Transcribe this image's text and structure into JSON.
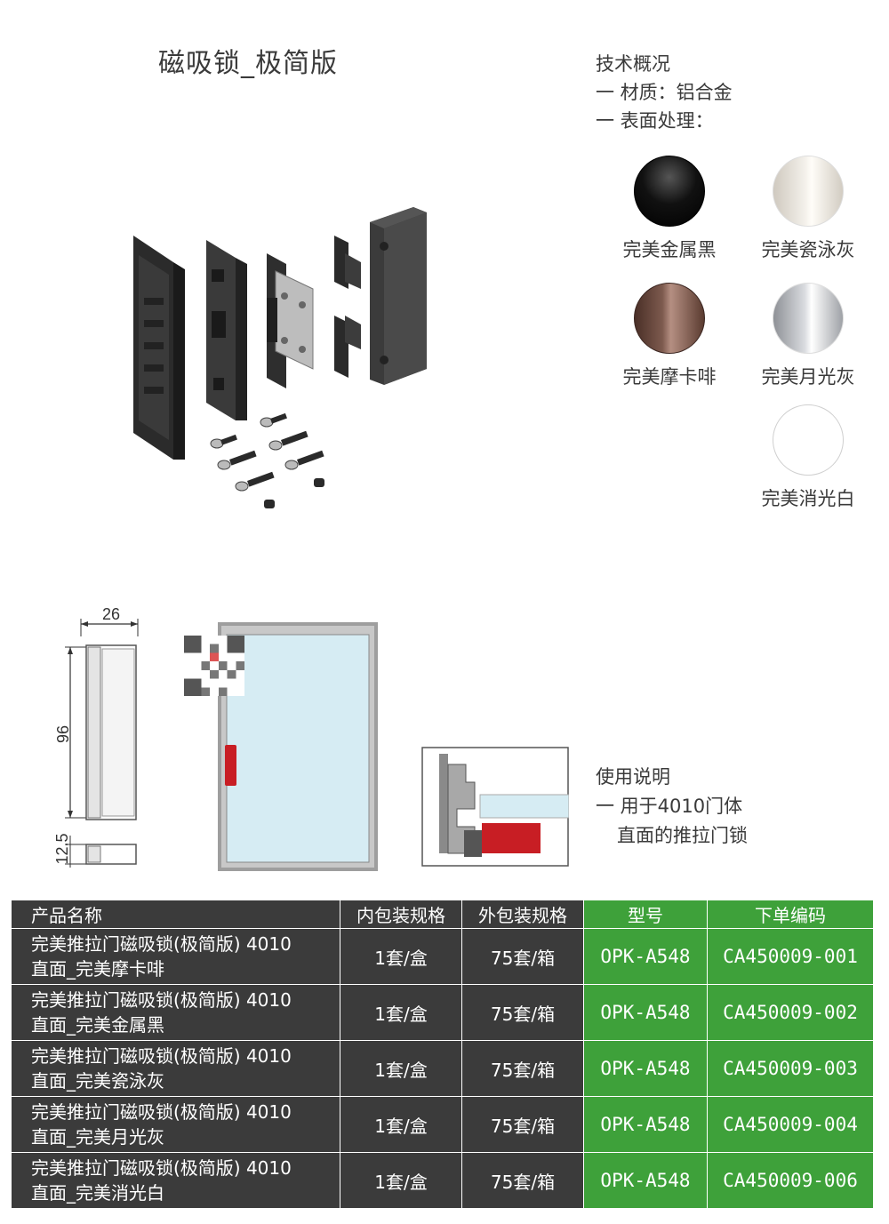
{
  "title": "磁吸锁_极简版",
  "tech": {
    "heading": "技术概况",
    "material": "一 材质：铝合金",
    "surface": "一 表面处理："
  },
  "finishes": [
    {
      "label": "完美金属黑",
      "color": "#111111"
    },
    {
      "label": "完美瓷泳灰",
      "color": "#d9d4cc"
    },
    {
      "label": "完美摩卡啡",
      "color": "#6b4a3f"
    },
    {
      "label": "完美月光灰",
      "color": "#b7b9bd"
    },
    {
      "label": "完美消光白",
      "color": "#ffffff"
    }
  ],
  "dimensions": {
    "width": "26",
    "height": "96",
    "depth": "12.5"
  },
  "usage": {
    "heading": "使用说明",
    "line1": "一 用于4010门体",
    "line2": "直面的推拉门锁"
  },
  "table": {
    "headers": [
      "产品名称",
      "内包装规格",
      "外包装规格",
      "型号",
      "下单编码"
    ],
    "rows": [
      {
        "name1": "完美推拉门磁吸锁(极简版) 4010",
        "name2": "直面_完美摩卡啡",
        "inner": "1套/盒",
        "outer": "75套/箱",
        "model": "OPK-A548",
        "code": "CA450009-001"
      },
      {
        "name1": "完美推拉门磁吸锁(极简版) 4010",
        "name2": "直面_完美金属黑",
        "inner": "1套/盒",
        "outer": "75套/箱",
        "model": "OPK-A548",
        "code": "CA450009-002"
      },
      {
        "name1": "完美推拉门磁吸锁(极简版) 4010",
        "name2": "直面_完美瓷泳灰",
        "inner": "1套/盒",
        "outer": "75套/箱",
        "model": "OPK-A548",
        "code": "CA450009-003"
      },
      {
        "name1": "完美推拉门磁吸锁(极简版) 4010",
        "name2": "直面_完美月光灰",
        "inner": "1套/盒",
        "outer": "75套/箱",
        "model": "OPK-A548",
        "code": "CA450009-004"
      },
      {
        "name1": "完美推拉门磁吸锁(极简版) 4010",
        "name2": "直面_完美消光白",
        "inner": "1套/盒",
        "outer": "75套/箱",
        "model": "OPK-A548",
        "code": "CA450009-006"
      }
    ]
  },
  "colors": {
    "header_dark": "#3b3b3b",
    "header_green": "#3ea13a",
    "accent_red": "#c81e24",
    "glass": "#d6ecf3"
  }
}
